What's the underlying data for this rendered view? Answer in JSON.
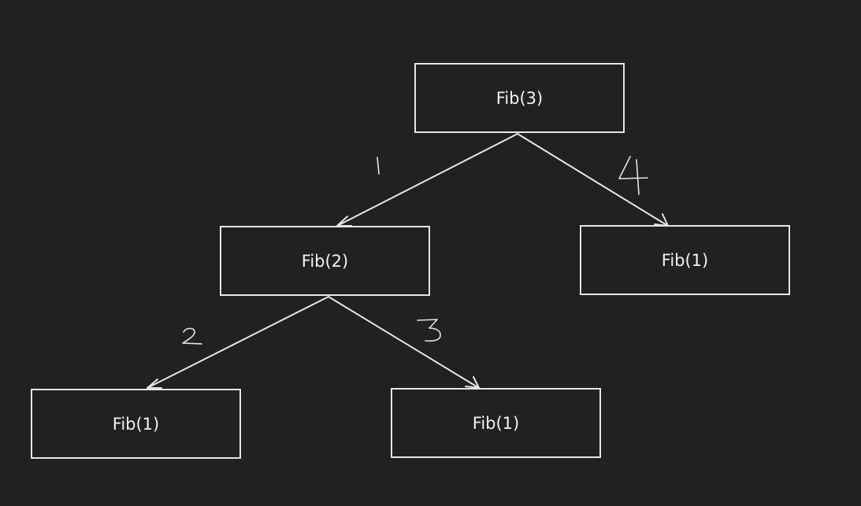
{
  "diagram": {
    "colors": {
      "background": "#222120",
      "stroke": "#e6e6e6",
      "text": "#f2f2f2"
    },
    "nodes": {
      "root": {
        "label": "Fib(3)"
      },
      "left_mid": {
        "label": "Fib(2)"
      },
      "right_mid": {
        "label": "Fib(1)"
      },
      "leaf_left": {
        "label": "Fib(1)"
      },
      "leaf_right": {
        "label": "Fib(1)"
      }
    },
    "edges": [
      {
        "from": "root",
        "to": "left_mid",
        "order": "1"
      },
      {
        "from": "left_mid",
        "to": "leaf_left",
        "order": "2"
      },
      {
        "from": "left_mid",
        "to": "leaf_right",
        "order": "3"
      },
      {
        "from": "root",
        "to": "right_mid",
        "order": "4"
      }
    ]
  }
}
